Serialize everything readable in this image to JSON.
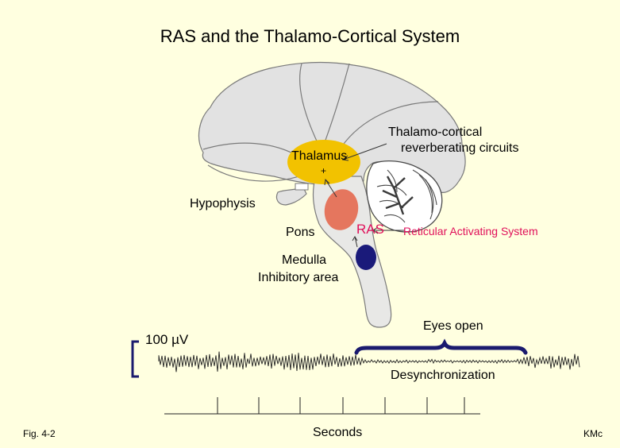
{
  "title": "RAS and the Thalamo-Cortical System",
  "labels": {
    "thalamus": "Thalamus",
    "thalamo_cortical_line1": "Thalamo-cortical",
    "thalamo_cortical_line2": "reverberating circuits",
    "hypophysis": "Hypophysis",
    "pons": "Pons",
    "ras": "RAS",
    "ras_full": "Reticular Activating System",
    "medulla": "Medulla",
    "inhibitory_area": "Inhibitory area",
    "scale": "100 µV",
    "eyes_open": "Eyes open",
    "desynchronization": "Desynchronization",
    "seconds": "Seconds",
    "fig": "Fig. 4-2",
    "credit": "KMc"
  },
  "colors": {
    "background": "#FFFFE0",
    "brain_fill": "#E2E2E2",
    "thalamus": "#F2C200",
    "ras_nucleus": "#E5765E",
    "medulla_nucleus": "#1A1A7A",
    "ras_label": "#E0105A",
    "brace": "#1A1A6E"
  }
}
